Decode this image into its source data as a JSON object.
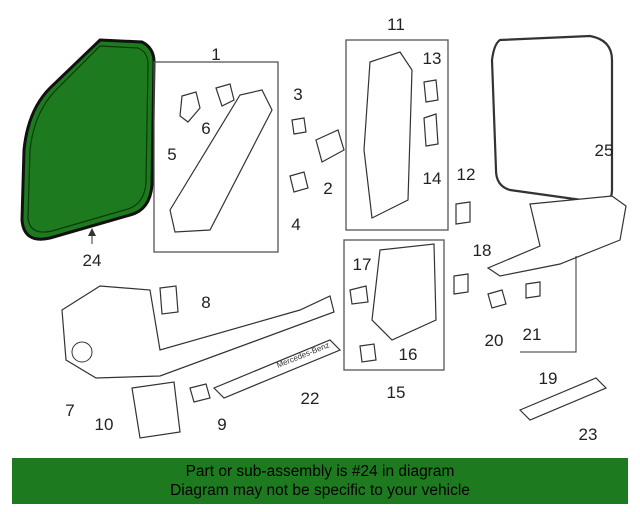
{
  "diagram": {
    "callouts": {
      "c1": "1",
      "c2": "2",
      "c3": "3",
      "c4": "4",
      "c5": "5",
      "c6": "6",
      "c7": "7",
      "c8": "8",
      "c9": "9",
      "c10": "10",
      "c11": "11",
      "c12": "12",
      "c13": "13",
      "c14": "14",
      "c15": "15",
      "c16": "16",
      "c17": "17",
      "c18": "18",
      "c19": "19",
      "c20": "20",
      "c21": "21",
      "c22": "22",
      "c23": "23",
      "c24": "24",
      "c25": "25"
    },
    "highlight_color": "#1e7a1e",
    "sill_text": "Mercedes-Benz"
  },
  "banner": {
    "line1": "Part or sub-assembly is #24 in diagram",
    "line2": "Diagram may not be specific to your vehicle"
  }
}
